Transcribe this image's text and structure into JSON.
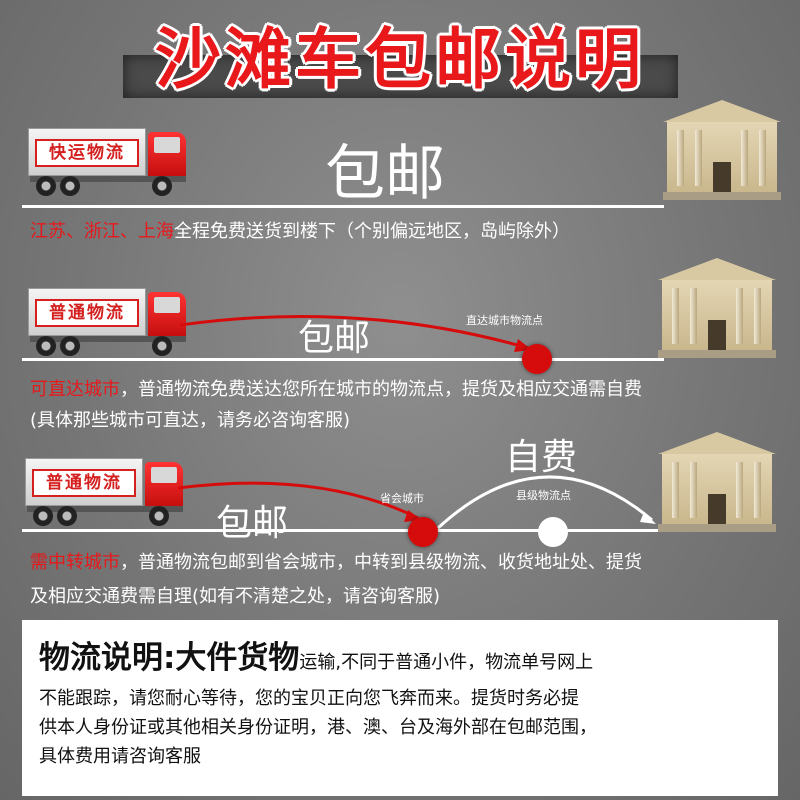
{
  "title": "沙滩车包邮说明",
  "sections": [
    {
      "truck_label": "快运物流",
      "badge": "包邮",
      "line_red": "江苏、浙江、上海",
      "line_white": "全程免费送货到楼下（个别偏远地区，岛屿除外）"
    },
    {
      "truck_label": "普通物流",
      "badge": "包邮",
      "node_label": "直达城市物流点",
      "line1_red": "可直达城市",
      "line1_white": "，普通物流免费送达您所在城市的物流点，提货及相应交通需自费",
      "line2": "(具体那些城市可直达，请务必咨询客服)"
    },
    {
      "truck_label": "普通物流",
      "badge": "包邮",
      "badge2": "自费",
      "node_label": "省会城市",
      "node2_label": "县级物流点",
      "line1_red": "需中转城市",
      "line1_white": "，普通物流包邮到省会城市，中转到县级物流、收货地址处、提货",
      "line2": "及相应交通费需自理(如有不清楚之处，请咨询客服)"
    }
  ],
  "notice": {
    "heading": "物流说明:大件货物",
    "heading_tail": "运输,不同于普通小件，物流单号网上",
    "body_line1": "不能跟踪，请您耐心等待，您的宝贝正向您飞奔而来。提货时务必提",
    "body_line2": "供本人身份证或其他相关身份证明，港、澳、台及海外部在包邮范围，",
    "body_line3": "具体费用请咨询客服"
  }
}
